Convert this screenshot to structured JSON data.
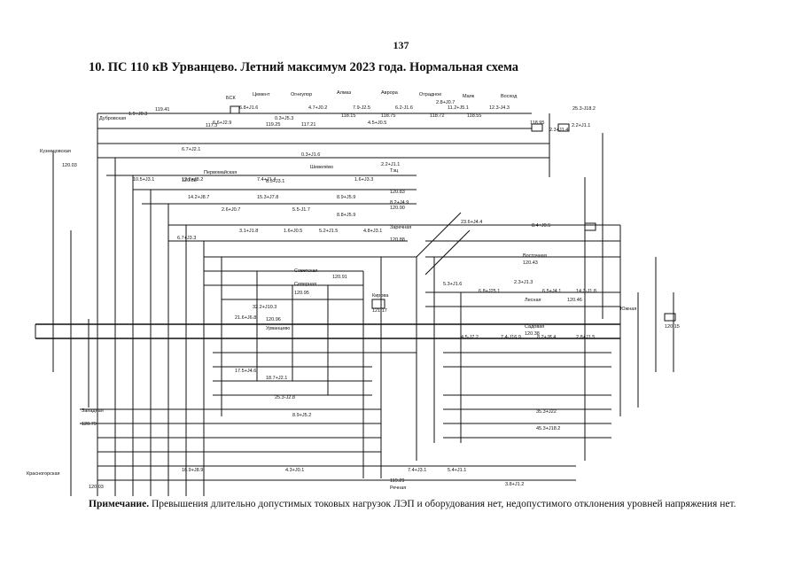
{
  "page": {
    "number": "137",
    "title": "10. ПС 110 кВ Урванцево. Летний максимум 2023 года. Нормальная схема"
  },
  "note": {
    "label": "Примечание.",
    "text": "Превышения длительно допустимых токовых нагрузок ЛЭП и оборудования нет, недопустимого отклонения уровней напряжения нет."
  },
  "diagram": {
    "nodes": [
      {
        "id": "n1",
        "label": "Дубровская",
        "value": "119.41"
      },
      {
        "id": "n2",
        "label": "БСК",
        "value": "117.3"
      },
      {
        "id": "n3",
        "label": "Цемент",
        "value": "119.25"
      },
      {
        "id": "n4",
        "label": "Огнеупор",
        "value": "117.21"
      },
      {
        "id": "n5",
        "label": "Алмаз",
        "value": "118.15"
      },
      {
        "id": "n6",
        "label": "Аврора",
        "value": "118.75"
      },
      {
        "id": "n7",
        "label": "Отрадное",
        "value": "118.72"
      },
      {
        "id": "n8",
        "label": "Маяк",
        "value": "118.55"
      },
      {
        "id": "n9",
        "label": "Восход",
        "value": "118.95"
      },
      {
        "id": "n10",
        "label": "Кузнецовская",
        "value": "120.03"
      },
      {
        "id": "n11",
        "label": "Кирова",
        "value": "121.17"
      },
      {
        "id": "n12",
        "label": "Северная",
        "value": "120.95"
      },
      {
        "id": "n13",
        "label": "Урванцево",
        "value": "120.96"
      },
      {
        "id": "n14",
        "label": "Восточная",
        "value": "120.43"
      },
      {
        "id": "n15",
        "label": "Западная",
        "value": "120.79"
      },
      {
        "id": "n16",
        "label": "Советская",
        "value": "120.91"
      },
      {
        "id": "n17",
        "label": "Южная",
        "value": "120.15"
      },
      {
        "id": "n18",
        "label": "Лесная",
        "value": "120.46"
      },
      {
        "id": "n19",
        "label": "Садовая",
        "value": "120.38"
      },
      {
        "id": "n20",
        "label": "Заречная",
        "value": "120.88"
      },
      {
        "id": "n21",
        "label": "Красногорская",
        "value": "120.03"
      },
      {
        "id": "n22",
        "label": "Речная",
        "value": "119.29"
      },
      {
        "id": "n23",
        "label": "Первомайская",
        "value": "120.88"
      },
      {
        "id": "n24",
        "label": "Шевелёво",
        "value": "120.90"
      },
      {
        "id": "n25",
        "label": "Тэц",
        "value": "120.83"
      }
    ],
    "flows": [
      "1.9+J0.3",
      "6.8+J1.6",
      "6.6+J2.9",
      "4.7+J0.2",
      "7.9-J2.5",
      "0.3+J5.3",
      "6.2-J1.6",
      "2.8+J0.7",
      "4.5+J0.5",
      "11.2+J5.1",
      "12.3-J4.3",
      "25.3-J18.2",
      "2.2+J1.1",
      "2.3+J1.4",
      "6.7+J2.1",
      "0.3+J1.6",
      "2.2+J1.1",
      "12.8+J8.2",
      "7.4+J1.4",
      "1.6+J3.3",
      "8.5+J3.1",
      "10.5+J3.1",
      "8.9+J5.9",
      "14.2+J8.7",
      "15.3+J7.8",
      "8.8+J5.9",
      "2.6+J0.7",
      "5.5-J1.7",
      "8.2+J4.9",
      "6.7+J3.3",
      "3.1+J1.8",
      "1.6+J0.5",
      "5.2+J1.5",
      "4.8+J3.1",
      "23.6+J4.4",
      "8.4+J0.5",
      "5.3+J1.6",
      "6.8+J25.1",
      "2.3+J1.3",
      "6.5+J4.1",
      "14.3-J1.8",
      "4.5-J7.2",
      "7.4-J16.9",
      "8.2+J8.4",
      "2.8+J1.5",
      "32.2+J10.3",
      "21.6+J6.8",
      "25.3-J2.8",
      "17.5+J4.6",
      "18.7+J2.1",
      "16.9+J8.9",
      "8.9+J5.2",
      "4.3+J0.1",
      "7.4+J3.1",
      "5.4+J1.1",
      "3.8+J1.2",
      "35.3+J22",
      "45.3+J18.2"
    ]
  }
}
